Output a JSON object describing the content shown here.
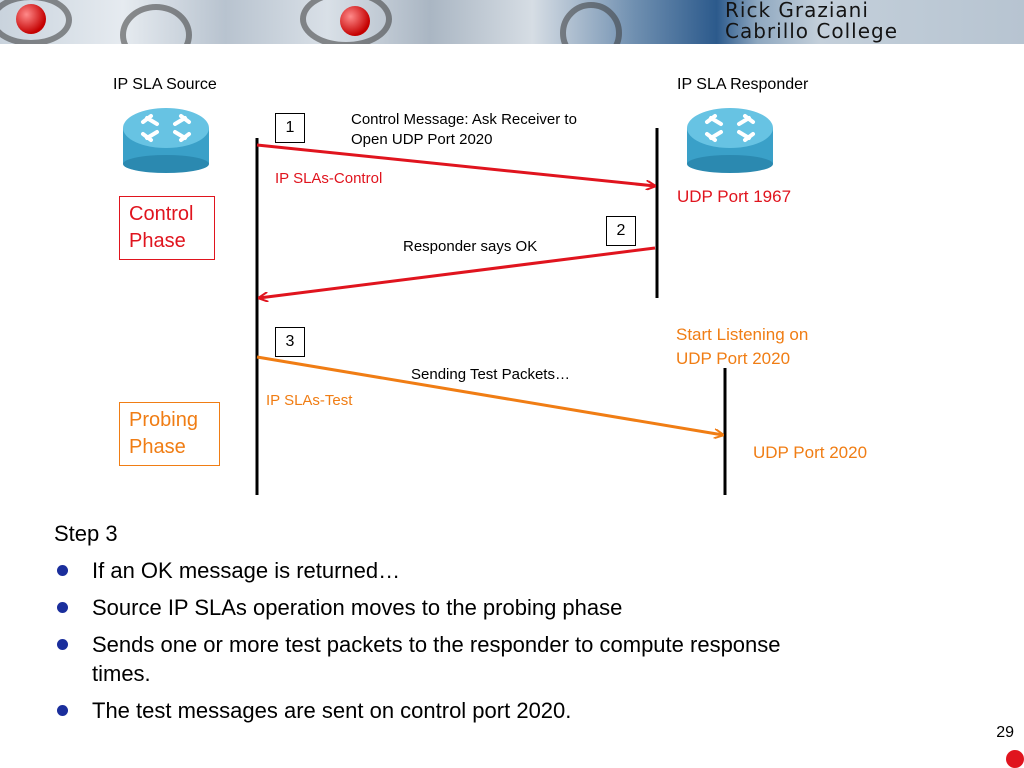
{
  "header": {
    "author_name": "Rick Graziani",
    "author_affiliation": "Cabrillo College"
  },
  "diagram": {
    "source_label": "IP SLA Source",
    "responder_label": "IP SLA Responder",
    "steps": [
      {
        "number": "1",
        "message": [
          "Control Message: Ask Receiver to",
          "Open UDP Port 2020"
        ],
        "protocol": "IP SLAs-Control"
      },
      {
        "number": "2",
        "message": [
          "Responder says OK"
        ]
      },
      {
        "number": "3",
        "message": [
          "Sending Test Packets…"
        ],
        "protocol": "IP SLAs-Test"
      }
    ],
    "responder_ports": {
      "control_port": "UDP Port 1967",
      "listening": [
        "Start Listening on",
        "UDP Port 2020"
      ],
      "test_port": "UDP Port 2020"
    },
    "phases": {
      "control": [
        "Control",
        "Phase"
      ],
      "probing": [
        "Probing",
        "Phase"
      ]
    },
    "colors": {
      "control": "#e0141e",
      "test": "#f07d14",
      "bullet": "#1a2e9c"
    }
  },
  "content": {
    "step_heading": "Step 3",
    "bullets": [
      "If an OK message is returned…",
      "Source IP SLAs operation moves to the probing phase",
      "Sends one or more test packets to the responder to compute response times.",
      "The test messages are sent on control port 2020."
    ]
  },
  "footer": {
    "page_number": "29"
  }
}
